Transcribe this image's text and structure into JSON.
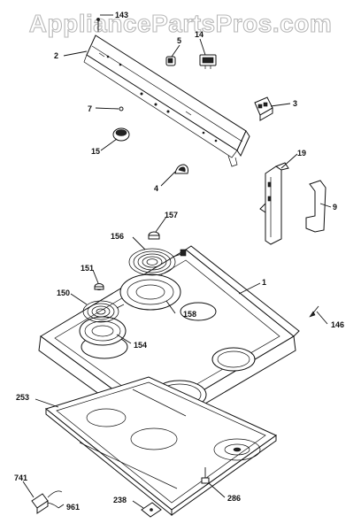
{
  "watermark": "AppliancePartsPros.com",
  "callouts": {
    "c143": "143",
    "c2": "2",
    "c5": "5",
    "c14": "14",
    "c3": "3",
    "c7": "7",
    "c15": "15",
    "c4": "4",
    "c19": "19",
    "c9": "9",
    "c157": "157",
    "c156": "156",
    "c1": "1",
    "c151": "151",
    "c150": "150",
    "c158": "158",
    "c154": "154",
    "c146": "146",
    "c253": "253",
    "c741": "741",
    "c961": "961",
    "c238": "238",
    "c286": "286"
  }
}
